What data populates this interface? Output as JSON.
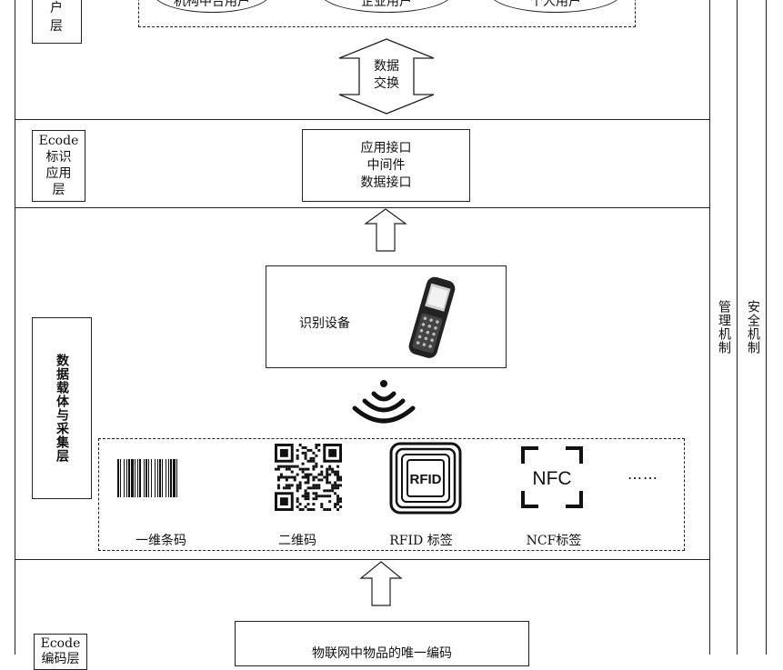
{
  "user_layer": {
    "label_visible": "户\n层",
    "users": [
      "机构中台用户",
      "企业用户",
      "个人用户"
    ]
  },
  "data_exchange": {
    "line1": "数据",
    "line2": "交换"
  },
  "ecode_app_layer": {
    "label": [
      "Ecode",
      "标识",
      "应用",
      "层"
    ],
    "box": [
      "应用接口",
      "中间件",
      "数据接口"
    ]
  },
  "data_carrier_layer": {
    "label": "数据载体与采集层",
    "device_label": "识别设备",
    "carriers": [
      {
        "name": "一维条码",
        "icon": "barcode-icon"
      },
      {
        "name": "二维码",
        "icon": "qrcode-icon"
      },
      {
        "name": "RFID 标签",
        "icon": "rfid-tag-icon",
        "icon_text": "RFID"
      },
      {
        "name": "NCF标签",
        "icon": "nfc-tag-icon",
        "icon_text": "NFC"
      }
    ],
    "more": "……"
  },
  "encoding_layer": {
    "label_partial": [
      "Ecode",
      "编码层"
    ],
    "box": "物联网中物品的唯一编码"
  },
  "side": {
    "management": "管理机制",
    "security": "安全机制"
  }
}
